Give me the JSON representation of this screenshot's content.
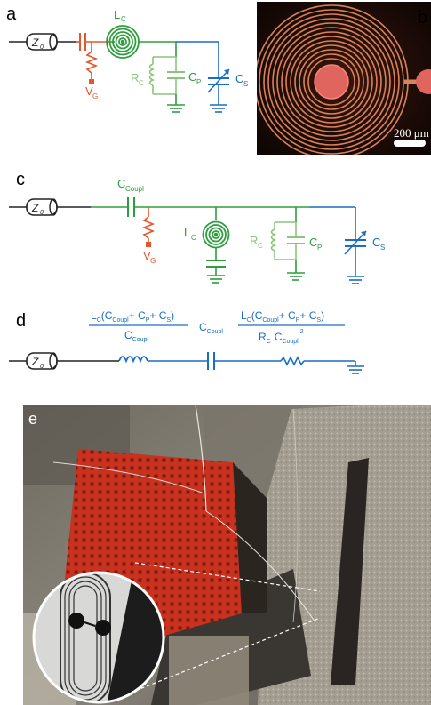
{
  "panels": {
    "a": "a",
    "b": "b",
    "c": "c",
    "d": "d",
    "e": "e"
  },
  "colors": {
    "coax": "#222222",
    "gate": "#e2562e",
    "coil": "#2e9d3e",
    "light_green": "#8cc47a",
    "sample": "#1a6fc2",
    "photo_bg": "#1b0a06",
    "photo_coil": "#d8825a",
    "pad": "#e0655e",
    "pcb": "#c8321e"
  },
  "a": {
    "z0_label": "Z",
    "z0_sub": "0",
    "lc_label": "L",
    "lc_sub": "C",
    "vg_label": "V",
    "vg_sub": "G",
    "rc_label": "R",
    "rc_sub": "C",
    "cp_label": "C",
    "cp_sub": "P",
    "cs_label": "C",
    "cs_sub": "S"
  },
  "b": {
    "scalebar_text": "200 μm"
  },
  "c": {
    "z0_label": "Z",
    "z0_sub": "0",
    "ccoupl_label": "C",
    "ccoupl_sub": "Coupl",
    "lc_label": "L",
    "lc_sub": "C",
    "vg_label": "V",
    "vg_sub": "G",
    "rc_label": "R",
    "rc_sub": "C",
    "cp_label": "C",
    "cp_sub": "P",
    "cs_label": "C",
    "cs_sub": "S"
  },
  "d": {
    "z0_label": "Z",
    "z0_sub": "0",
    "eq1_num": "L",
    "eq1_num_sub": "C",
    "eq1_num_rest1": "(C",
    "eq1_num_sub2": "Coupl",
    "eq1_num_rest2": "+ C",
    "eq1_num_sub3": "P",
    "eq1_num_rest3": "+ C",
    "eq1_num_sub4": "S",
    "eq1_num_rest4": ")",
    "eq1_den": "C",
    "eq1_den_sub": "Coupl",
    "cc_label": "C",
    "cc_sub": "Coupl",
    "eq2_num": "L",
    "eq2_num_sub": "C",
    "eq2_num_rest1": "(C",
    "eq2_num_sub2": "Coupl",
    "eq2_num_rest2": "+ C",
    "eq2_num_sub3": "P",
    "eq2_num_rest3": "+ C",
    "eq2_num_sub4": "S",
    "eq2_num_rest4": ")",
    "eq2_den_r": "R",
    "eq2_den_r_sub": "C",
    "eq2_den_c": "C",
    "eq2_den_c_sub": "Coupl",
    "eq2_den_exp": "2"
  }
}
